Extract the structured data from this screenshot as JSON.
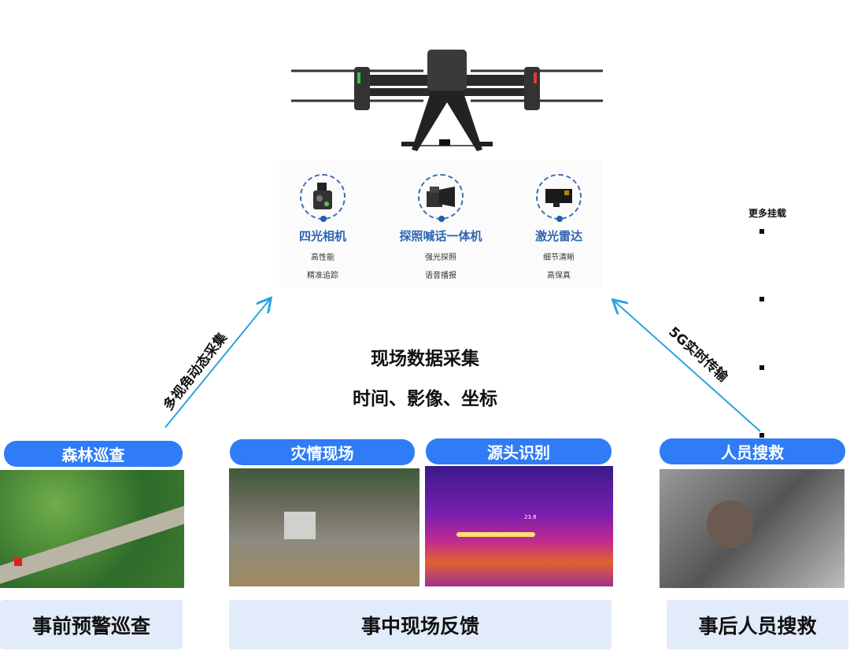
{
  "payloads": [
    {
      "title": "四光相机",
      "lines": [
        "高性能",
        "精准追踪"
      ]
    },
    {
      "title": "探照喊话一体机",
      "lines": [
        "强光探照",
        "语音播报"
      ]
    },
    {
      "title": "激光雷达",
      "lines": [
        "细节清晰",
        "高保真"
      ]
    }
  ],
  "more_payloads": "更多挂载",
  "center": {
    "title": "现场数据采集",
    "subtitle": "时间、影像、坐标"
  },
  "arrow_left_label": "多视角动态采集",
  "arrow_right_label": "5G实时传输",
  "scenes": [
    "森林巡查",
    "灾情现场",
    "源头识别",
    "人员搜救"
  ],
  "thermal_reading": "23.8",
  "stages": [
    "事前预警巡查",
    "事中现场反馈",
    "事后人员搜救"
  ],
  "colors": {
    "accent": "#2f7cf6",
    "stage_bg": "#e2ebfa",
    "payload_title": "#2e66b2"
  }
}
